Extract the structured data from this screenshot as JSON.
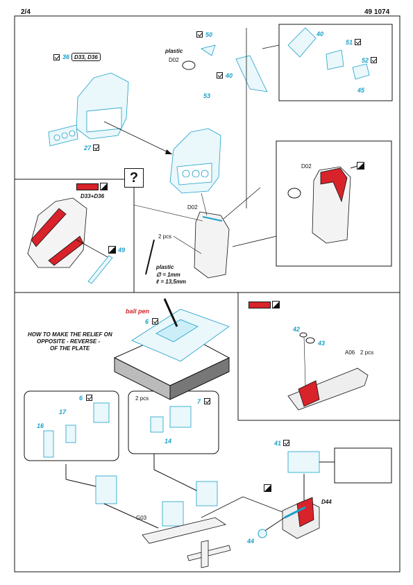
{
  "header": {
    "page": "2/4",
    "code": "49 1074"
  },
  "section1": {
    "d33_d36_chip": "D33, D36",
    "plastic_label": "plastic",
    "d02_a": "D02",
    "d02_b": "D02",
    "d02_c": "D02",
    "d33_d36_label": "D33+D36",
    "question_mark": "?",
    "two_pcs": "2 pcs",
    "plastic_rod": "plastic",
    "rod_diameter": "∅ = 1mm",
    "rod_length": "ℓ = 13,5mm",
    "parts": {
      "p36": "36",
      "p50": "50",
      "p40a": "40",
      "p40b": "40",
      "p53": "53",
      "p51": "51",
      "p52": "52",
      "p45": "45",
      "p27": "27",
      "p49": "49"
    }
  },
  "section2": {
    "ball_pen": "ball pen",
    "instruction_line1": "HOW TO MAKE THE RELIEF ON",
    "instruction_line2": "OPPOSITE - REVERSE -",
    "instruction_line3": "OF THE PLATE",
    "a06_label": "A06",
    "a06_qty": "2 pcs",
    "parts": {
      "p6": "6",
      "p42": "42",
      "p43": "43"
    }
  },
  "section3": {
    "two_pcs": "2 pcs",
    "g03": "G03",
    "d44": "D44",
    "parts": {
      "p6": "6",
      "p17": "17",
      "p16": "16",
      "p7": "7",
      "p14": "14",
      "p41": "41",
      "p44": "44"
    }
  },
  "colors": {
    "part_blue": "#1aa0c8",
    "paint_red": "#d8232a",
    "line": "#111111"
  }
}
